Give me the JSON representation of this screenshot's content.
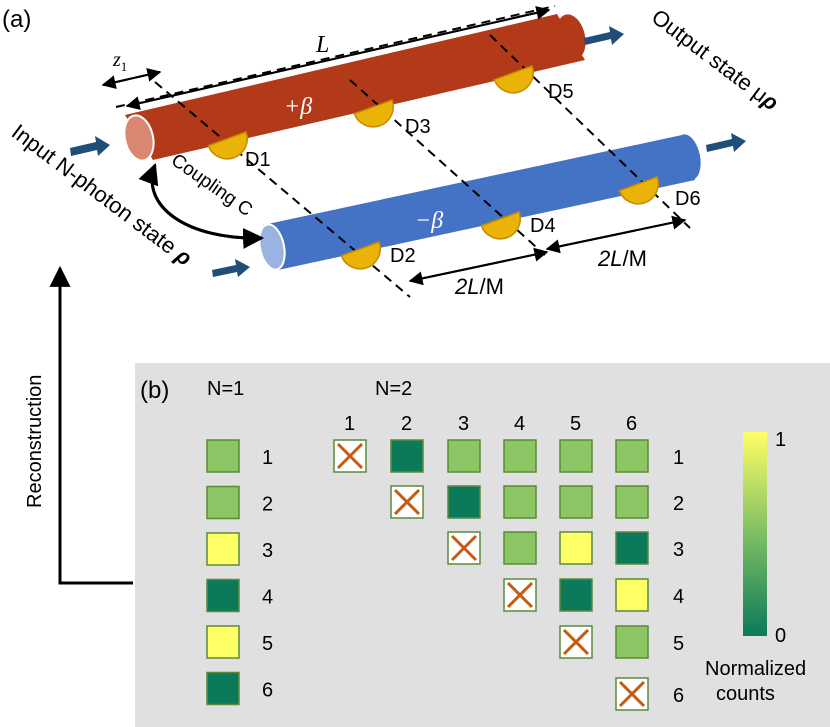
{
  "panel_a": {
    "label": "(a)",
    "length_label": "L",
    "z1_label": "z",
    "z1_sub": "1",
    "plus_beta": "+β",
    "minus_beta": "−β",
    "coupling_label": "Coupling C",
    "input_label": "Input N-photon state ",
    "input_rho": "ρ",
    "output_label": "Output state μ",
    "output_rho": "ρ",
    "spacing_num": "2L",
    "spacing_den": "/M",
    "detectors": [
      "D1",
      "D2",
      "D3",
      "D4",
      "D5",
      "D6"
    ],
    "reconstruction_label": "Reconstruction",
    "colors": {
      "top_waveguide": "#b23a18",
      "bottom_waveguide": "#4472c4",
      "detector": "#eab308",
      "arrow": "#1f4e79"
    }
  },
  "panel_b": {
    "label": "(b)",
    "n1_title": "N=1",
    "n2_title": "N=2",
    "n1_rows": [
      {
        "label": "1",
        "value": 0.55
      },
      {
        "label": "2",
        "value": 0.55
      },
      {
        "label": "3",
        "value": 1.0
      },
      {
        "label": "4",
        "value": 0.0
      },
      {
        "label": "5",
        "value": 1.0
      },
      {
        "label": "6",
        "value": 0.0
      }
    ],
    "n2_col_labels": [
      "1",
      "2",
      "3",
      "4",
      "5",
      "6"
    ],
    "n2_row_labels": [
      "1",
      "2",
      "3",
      "4",
      "5",
      "6"
    ],
    "n2_matrix": [
      [
        null,
        0.0,
        0.55,
        0.55,
        0.55,
        0.55
      ],
      [
        null,
        null,
        0.0,
        0.55,
        0.55,
        0.55
      ],
      [
        null,
        null,
        null,
        0.55,
        1.0,
        0.0
      ],
      [
        null,
        null,
        null,
        null,
        0.0,
        1.0
      ],
      [
        null,
        null,
        null,
        null,
        null,
        0.55
      ],
      [
        null,
        null,
        null,
        null,
        null,
        null
      ]
    ],
    "colorbar": {
      "max_label": "1",
      "min_label": "0",
      "title_line1": "Normalized",
      "title_line2": "counts",
      "color_low": "#0b7a5a",
      "color_mid": "#7fbf63",
      "color_high": "#ffff66"
    },
    "background": "#e0e0e0"
  }
}
